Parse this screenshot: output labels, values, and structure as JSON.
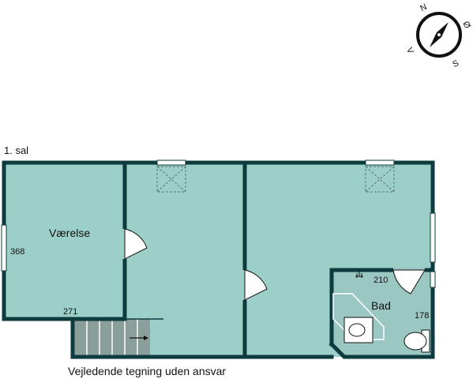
{
  "compass": {
    "north": "N",
    "east": "Ø",
    "south": "S",
    "west": "V"
  },
  "floor_label": "1. sal",
  "rooms": {
    "vaerelse": {
      "name": "Værelse",
      "width_value": "368",
      "depth_value": "271"
    },
    "bad": {
      "name": "Bad",
      "width_value": "210",
      "depth_value": "178"
    }
  },
  "disclaimer": "Vejledende tegning uden ansvar",
  "colors": {
    "wall": "#0d3b3e",
    "floor": "#9ccfc8",
    "bath_floor": "#9bc7c3",
    "stairs": "#8a9e9a",
    "window": "#ffffff",
    "background": "#ffffff"
  }
}
